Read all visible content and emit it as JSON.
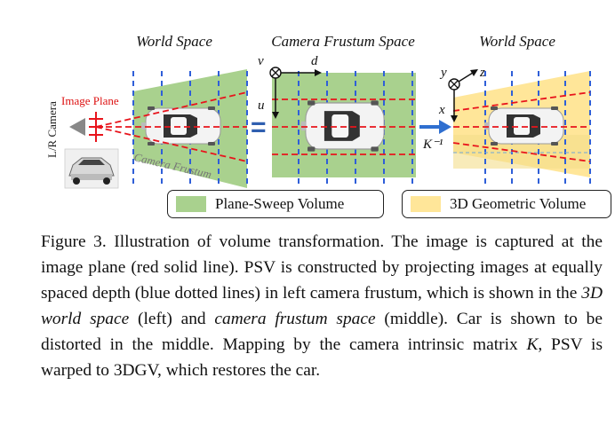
{
  "figure": {
    "titles": {
      "left": "World Space",
      "middle": "Camera Frustum Space",
      "right": "World Space"
    },
    "labels": {
      "camera": "L/R Camera",
      "image_plane": "Image Plane",
      "frustum": "Camera Frustum",
      "axis_v": "v",
      "axis_d": "d",
      "axis_u": "u",
      "axis_y": "y",
      "axis_z": "z",
      "axis_x": "x",
      "equals": "=",
      "k_inverse": "K⁻¹"
    },
    "legend": [
      {
        "label": "Plane-Sweep Volume",
        "color": "#a9d18e"
      },
      {
        "label": "3D Geometric Volume",
        "color": "#ffe699"
      }
    ],
    "colors": {
      "psv_fill": "#a9d18e",
      "geo_fill": "#ffe699",
      "red_line": "#e8141c",
      "blue_line": "#2f5fd8",
      "arrow_blue": "#2f6fd0"
    }
  },
  "caption": {
    "figure_label": "Figure 3.",
    "text_1": " Illustration of volume transformation. The image is captured at the image plane (red solid line).  PSV is constructed by projecting images at equally spaced depth (blue dotted lines) in left camera frustum, which is shown in the ",
    "em_1": "3D world space",
    "text_2": " (left) and ",
    "em_2": "camera frustum space",
    "text_3": " (middle).  Car is shown to be distorted in the middle. Mapping by the camera intrinsic matrix ",
    "em_3": "K",
    "text_4": ", PSV is warped to 3DGV, which restores the car."
  }
}
